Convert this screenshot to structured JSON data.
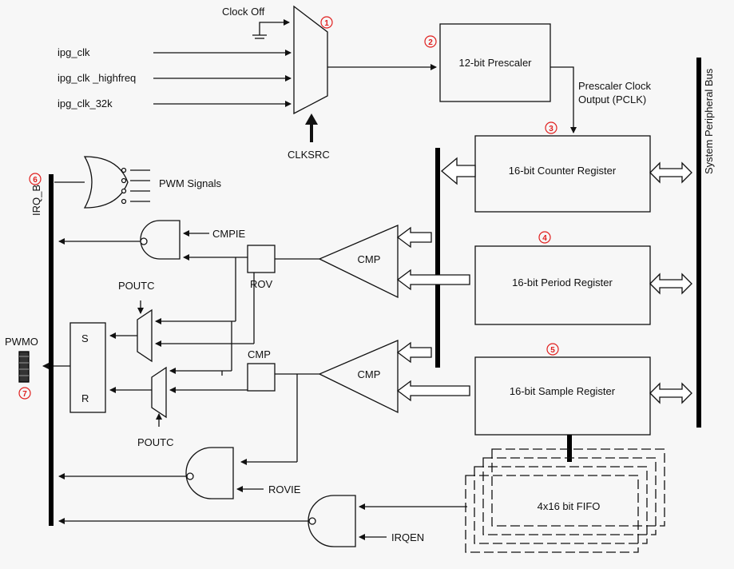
{
  "inputs": {
    "clock_off": "Clock Off",
    "ipg_clk": "ipg_clk",
    "ipg_clk_highfreq": "ipg_clk _highfreq",
    "ipg_clk_32k": "ipg_clk_32k",
    "clksrc": "CLKSRC"
  },
  "prescaler": {
    "label": "12-bit Prescaler",
    "output_line1": "Prescaler Clock",
    "output_line2": "Output (PCLK)"
  },
  "bus_label": "System Peripheral Bus",
  "registers": {
    "counter": "16-bit Counter Register",
    "period": "16-bit Period Register",
    "sample": "16-bit Sample Register"
  },
  "fifo_label": "4x16 bit FIFO",
  "comparators": {
    "top": "CMP",
    "bottom": "CMP"
  },
  "flipflops": {
    "rov": "ROV",
    "cmp": "CMP"
  },
  "sr_latch": {
    "s": "S",
    "r": "R"
  },
  "signals": {
    "irq_b": "IRQ_B",
    "pwm_signals": "PWM Signals",
    "cmpie": "CMPIE",
    "poutc_top": "POUTC",
    "poutc_bottom": "POUTC",
    "rovie": "ROVIE",
    "irqen": "IRQEN",
    "pwmo": "PWMO"
  },
  "markers": [
    "①",
    "②",
    "③",
    "④",
    "⑤",
    "⑥",
    "⑦"
  ],
  "colors": {
    "marker": "#e0201f",
    "lines": "#111111",
    "background": "#f7f7f7"
  }
}
